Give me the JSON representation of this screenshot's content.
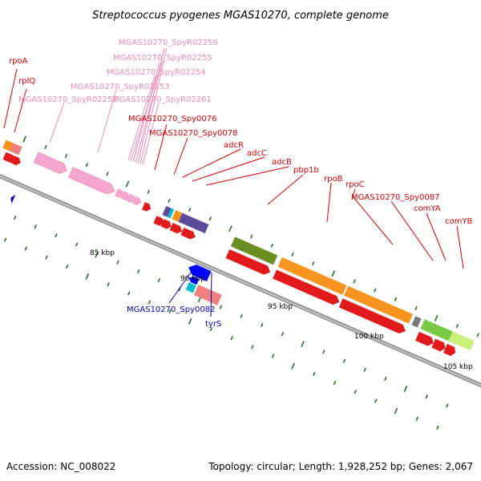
{
  "title": "Streptococcus pyogenes MGAS10270, complete genome",
  "footer": {
    "accession": "Accession: NC_008022",
    "summary": "Topology: circular; Length: 1,928,252 bp; Genes: 2,067"
  },
  "ruler_labels": [
    "85 kbp",
    "90 kbp",
    "95 kbp",
    "100 kbp",
    "105 kbp"
  ],
  "gene_labels": [
    {
      "text": "rpoA",
      "color": "#dd0000"
    },
    {
      "text": "rplQ",
      "color": "#dd0000"
    },
    {
      "text": "MGAS10270_SpyR02252",
      "color": "#f08ab8"
    },
    {
      "text": "MGAS10270_SpyR02253",
      "color": "#f08ab8"
    },
    {
      "text": "MGAS10270_SpyR02254",
      "color": "#f08ab8"
    },
    {
      "text": "MGAS10270_SpyR02255",
      "color": "#f08ab8"
    },
    {
      "text": "MGAS10270_SpyR02256",
      "color": "#f08ab8"
    },
    {
      "text": "MGAS10270_SpyR02261",
      "color": "#f08ab8"
    },
    {
      "text": "MGAS10270_Spy0076",
      "color": "#dd0000"
    },
    {
      "text": "MGAS10270_Spy0078",
      "color": "#dd0000"
    },
    {
      "text": "adcR",
      "color": "#dd0000"
    },
    {
      "text": "adcC",
      "color": "#dd0000"
    },
    {
      "text": "adcB",
      "color": "#dd0000"
    },
    {
      "text": "pbp1b",
      "color": "#dd0000"
    },
    {
      "text": "rpoB",
      "color": "#dd0000"
    },
    {
      "text": "rpoC",
      "color": "#dd0000"
    },
    {
      "text": "MGAS10270_Spy0087",
      "color": "#dd0000"
    },
    {
      "text": "comYA",
      "color": "#dd0000"
    },
    {
      "text": "comYB",
      "color": "#dd0000"
    },
    {
      "text": "MGAS10270_Spy0082",
      "color": "#0000bb"
    },
    {
      "text": "tyrS",
      "color": "#0000bb"
    }
  ],
  "colors": {
    "backbone": "#9a9a9a",
    "tick": "#1a7a1a",
    "cds_forward": "#e31a1c",
    "cds_reverse": "#0000ff",
    "rrna": "#f4a6cf",
    "orange": "#f7941d",
    "olive": "#6b8e23",
    "purple": "#5b4a9a",
    "lime": "#a6e04a",
    "salmon": "#f08080",
    "cyan": "#00c0d0"
  }
}
